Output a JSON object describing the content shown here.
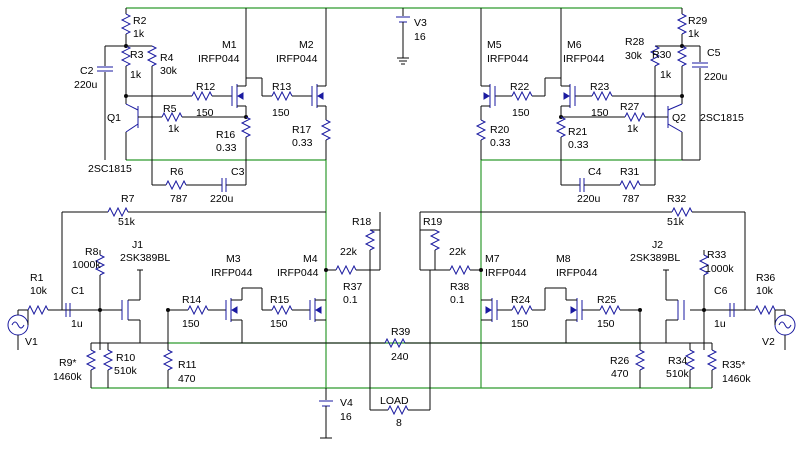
{
  "components": [
    {
      "id": "r2",
      "ref": "R2",
      "value": "1k"
    },
    {
      "id": "r3",
      "ref": "R3",
      "value": "1k"
    },
    {
      "id": "r4",
      "ref": "R4",
      "value": "30k"
    },
    {
      "id": "c2",
      "ref": "C2",
      "value": "220u"
    },
    {
      "id": "q1",
      "ref": "Q1",
      "value": "2SC1815"
    },
    {
      "id": "m1",
      "ref": "M1",
      "value": "IRFP044"
    },
    {
      "id": "m2",
      "ref": "M2",
      "value": "IRFP044"
    },
    {
      "id": "r12",
      "ref": "R12",
      "value": "150"
    },
    {
      "id": "r13",
      "ref": "R13",
      "value": "150"
    },
    {
      "id": "r5",
      "ref": "R5",
      "value": "1k"
    },
    {
      "id": "r16",
      "ref": "R16",
      "value": "0.33"
    },
    {
      "id": "r17",
      "ref": "R17",
      "value": "0.33"
    },
    {
      "id": "r6",
      "ref": "R6",
      "value": "787"
    },
    {
      "id": "c3",
      "ref": "C3",
      "value": "220u"
    },
    {
      "id": "v3",
      "ref": "V3",
      "value": "16"
    },
    {
      "id": "m5",
      "ref": "M5",
      "value": "IRFP044"
    },
    {
      "id": "m6",
      "ref": "M6",
      "value": "IRFP044"
    },
    {
      "id": "r22",
      "ref": "R22",
      "value": "150"
    },
    {
      "id": "r23",
      "ref": "R23",
      "value": "150"
    },
    {
      "id": "r20",
      "ref": "R20",
      "value": "0.33"
    },
    {
      "id": "r21",
      "ref": "R21",
      "value": "0.33"
    },
    {
      "id": "r27",
      "ref": "R27",
      "value": "1k"
    },
    {
      "id": "r28",
      "ref": "R28",
      "value": "30k"
    },
    {
      "id": "r29",
      "ref": "R29",
      "value": "1k"
    },
    {
      "id": "r30",
      "ref": "R30",
      "value": "1k"
    },
    {
      "id": "c5",
      "ref": "C5",
      "value": "220u"
    },
    {
      "id": "q2",
      "ref": "Q2",
      "value": "2SC1815"
    },
    {
      "id": "c4",
      "ref": "C4",
      "value": "220u"
    },
    {
      "id": "r31",
      "ref": "R31",
      "value": "787"
    },
    {
      "id": "r7",
      "ref": "R7",
      "value": "51k"
    },
    {
      "id": "r32",
      "ref": "R32",
      "value": "51k"
    },
    {
      "id": "r18",
      "ref": "R18",
      "value": "22k"
    },
    {
      "id": "r19",
      "ref": "R19",
      "value": "22k"
    },
    {
      "id": "r8",
      "ref": "R8",
      "value": "1000k"
    },
    {
      "id": "j1",
      "ref": "J1",
      "value": "2SK389BL"
    },
    {
      "id": "m3",
      "ref": "M3",
      "value": "IRFP044"
    },
    {
      "id": "m4",
      "ref": "M4",
      "value": "IRFP044"
    },
    {
      "id": "r37",
      "ref": "R37",
      "value": "0.1"
    },
    {
      "id": "r38",
      "ref": "R38",
      "value": "0.1"
    },
    {
      "id": "m7",
      "ref": "M7",
      "value": "IRFP044"
    },
    {
      "id": "m8",
      "ref": "M8",
      "value": "IRFP044"
    },
    {
      "id": "j2",
      "ref": "J2",
      "value": "2SK389BL"
    },
    {
      "id": "r33",
      "ref": "R33",
      "value": "1000k"
    },
    {
      "id": "r1",
      "ref": "R1",
      "value": "10k"
    },
    {
      "id": "c1",
      "ref": "C1",
      "value": "1u"
    },
    {
      "id": "v1",
      "ref": "V1",
      "value": ""
    },
    {
      "id": "r14",
      "ref": "R14",
      "value": "150"
    },
    {
      "id": "r15",
      "ref": "R15",
      "value": "150"
    },
    {
      "id": "r24",
      "ref": "R24",
      "value": "150"
    },
    {
      "id": "r25",
      "ref": "R25",
      "value": "150"
    },
    {
      "id": "r39",
      "ref": "R39",
      "value": "240"
    },
    {
      "id": "r9",
      "ref": "R9*",
      "value": "1460k"
    },
    {
      "id": "r10",
      "ref": "R10",
      "value": "510k"
    },
    {
      "id": "r11",
      "ref": "R11",
      "value": "470"
    },
    {
      "id": "r26",
      "ref": "R26",
      "value": "470"
    },
    {
      "id": "r34",
      "ref": "R34",
      "value": "510k"
    },
    {
      "id": "r35",
      "ref": "R35*",
      "value": "1460k"
    },
    {
      "id": "c6",
      "ref": "C6",
      "value": "1u"
    },
    {
      "id": "r36",
      "ref": "R36",
      "value": "10k"
    },
    {
      "id": "v2",
      "ref": "V2",
      "value": ""
    },
    {
      "id": "v4",
      "ref": "V4",
      "value": "16"
    },
    {
      "id": "load",
      "ref": "LOAD",
      "value": "8"
    }
  ]
}
